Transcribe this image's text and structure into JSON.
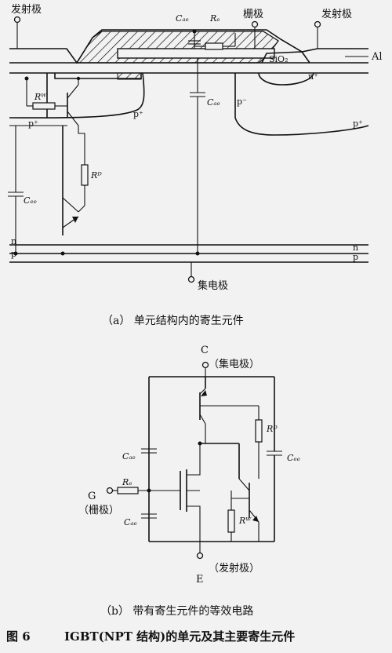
{
  "part_a": {
    "emitter_left": "发射极",
    "emitter_right": "发射极",
    "gate": "栅极",
    "collector": "集电极",
    "al": "Al",
    "sio2": "SiO₂",
    "c_gc_top": "Cₐₑ",
    "r_g": "Rₑ",
    "r_w": "Rᵂ",
    "r_d": "Rᴰ",
    "c_gc": "Cₐₑ",
    "c_ce": "Cₑₑ",
    "p_plus_left": "p⁺",
    "p_mid": "p⁺",
    "p_right": "p⁻",
    "p_plus_right": "p⁺",
    "n_plus_right": "n⁺",
    "n_bottom": "n",
    "p_bottom_left": "p",
    "n_bottom_right": "n",
    "p_bottom_right": "p",
    "caption": "（a）  单元结构内的寄生元件"
  },
  "part_b": {
    "c_label": "C",
    "collector_label": "（集电极）",
    "c_gc": "Cₐₑ",
    "c_ge": "Cₐₑ",
    "c_ce": "Cₑₑ",
    "r_g": "Rₑ",
    "r_d": "Rᴰ",
    "r_w": "Rᵂ",
    "g_label": "G",
    "gate_label": "（栅极）",
    "e_label": "E",
    "emitter_label": "（发射极）",
    "caption": "（b）  带有寄生元件的等效电路"
  },
  "figure": {
    "number": "图 6",
    "title": "IGBT(NPT 结构)的单元及其主要寄生元件"
  }
}
